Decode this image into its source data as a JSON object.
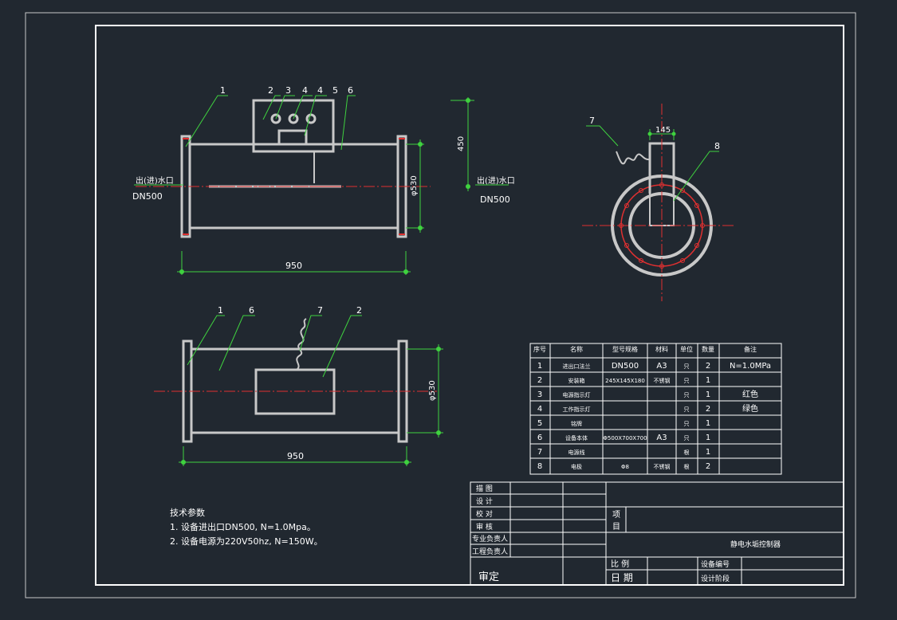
{
  "callouts": {
    "c1": "1",
    "c2": "2",
    "c3": "3",
    "c4a": "4",
    "c4b": "4",
    "c5": "5",
    "c6": "6",
    "c7": "7",
    "c8": "8",
    "b1": "1",
    "b6": "6",
    "b7": "7",
    "b2": "2"
  },
  "front": {
    "inlet_left": "出(进)水口",
    "dn_left": "DN500",
    "inlet_right": "出(进)水口",
    "dn_right": "DN500",
    "dim_length": "950",
    "dim_diameter": "φ530",
    "dim_height": "450"
  },
  "side": {
    "dim_width": "145"
  },
  "bottom": {
    "dim_length": "950",
    "dim_diameter": "φ530"
  },
  "bom": {
    "headers": [
      "序号",
      "名称",
      "型号规格",
      "材料",
      "单位",
      "数量",
      "备注"
    ],
    "rows": [
      [
        "1",
        "进出口法兰",
        "DN500",
        "A3",
        "只",
        "2",
        "N=1.0MPa"
      ],
      [
        "2",
        "安装箱",
        "245X145X180",
        "不锈钢",
        "只",
        "1",
        ""
      ],
      [
        "3",
        "电源指示灯",
        "",
        "",
        "只",
        "1",
        "红色"
      ],
      [
        "4",
        "工作指示灯",
        "",
        "",
        "只",
        "2",
        "绿色"
      ],
      [
        "5",
        "铭牌",
        "",
        "",
        "只",
        "1",
        ""
      ],
      [
        "6",
        "设备本体",
        "Φ500X700X700",
        "A3",
        "只",
        "1",
        ""
      ],
      [
        "7",
        "电源线",
        "",
        "",
        "根",
        "1",
        ""
      ],
      [
        "8",
        "电极",
        "Φ8",
        "不锈钢",
        "根",
        "2",
        ""
      ]
    ]
  },
  "tech": {
    "title": "技术参数",
    "line1": "1. 设备进出口DN500, N=1.0Mpa。",
    "line2": "2. 设备电源为220V50hz, N=150W。"
  },
  "titleblock": {
    "l1": "描  图",
    "l2": "设  计",
    "l3": "校  对",
    "l4": "审  核",
    "l5": "专业负责人",
    "l6": "工程负责人",
    "l7": "审定",
    "xiang": "项",
    "mu": "目",
    "device_name": "静电水垢控制器",
    "scale": "比  例",
    "date": "日  期",
    "equip_no": "设备编号",
    "design_stage": "设计阶段"
  },
  "colors": {
    "background": "#212830",
    "line": "#c8c8c8",
    "border": "#ffffff",
    "leader": "#3fd23f",
    "centerline": "#e03030",
    "text": "#ffffff"
  }
}
